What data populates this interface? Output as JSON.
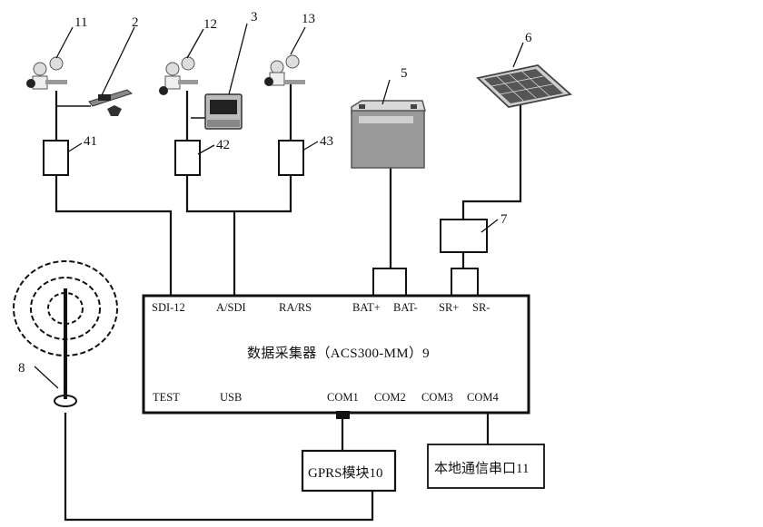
{
  "labels": {
    "n11": "11",
    "n2": "2",
    "n12": "12",
    "n3": "3",
    "n13": "13",
    "n6": "6",
    "n5": "5",
    "n41": "41",
    "n42": "42",
    "n43": "43",
    "n7": "7",
    "n8": "8"
  },
  "logger": {
    "title": "数据采集器（ACS300-MM）9",
    "ports_top": [
      "SDI-12",
      "A/SDI",
      "RA/RS",
      "BAT+",
      "BAT-",
      "SR+",
      "SR-"
    ],
    "ports_bottom": [
      "TEST",
      "USB",
      "COM1",
      "COM2",
      "COM3",
      "COM4"
    ]
  },
  "gprs": {
    "label": "GPRS模块10"
  },
  "local_serial": {
    "label": "本地通信串口11"
  }
}
